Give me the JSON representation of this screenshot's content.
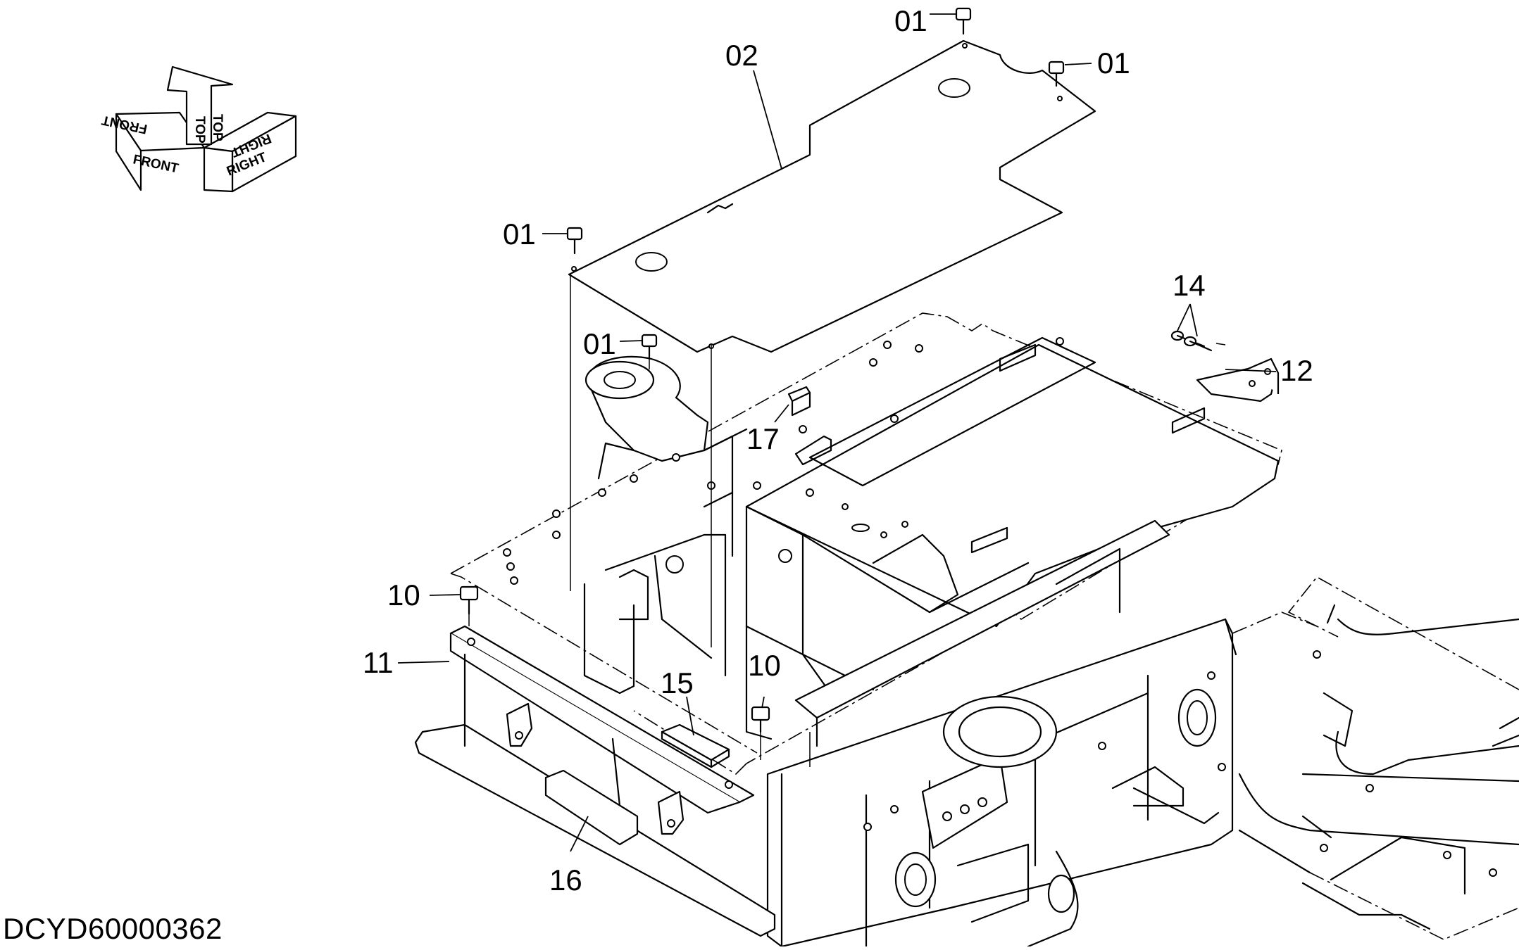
{
  "drawing_id": "DCYD60000362",
  "orientation_arrows": {
    "front": "FRONT",
    "top": "TOP",
    "right": "RIGHT"
  },
  "callouts": {
    "c01a": "01",
    "c01b": "01",
    "c01c": "01",
    "c01d": "01",
    "c02": "02",
    "c10a": "10",
    "c10b": "10",
    "c11": "11",
    "c12": "12",
    "c14": "14",
    "c15": "15",
    "c16": "16",
    "c17": "17"
  }
}
